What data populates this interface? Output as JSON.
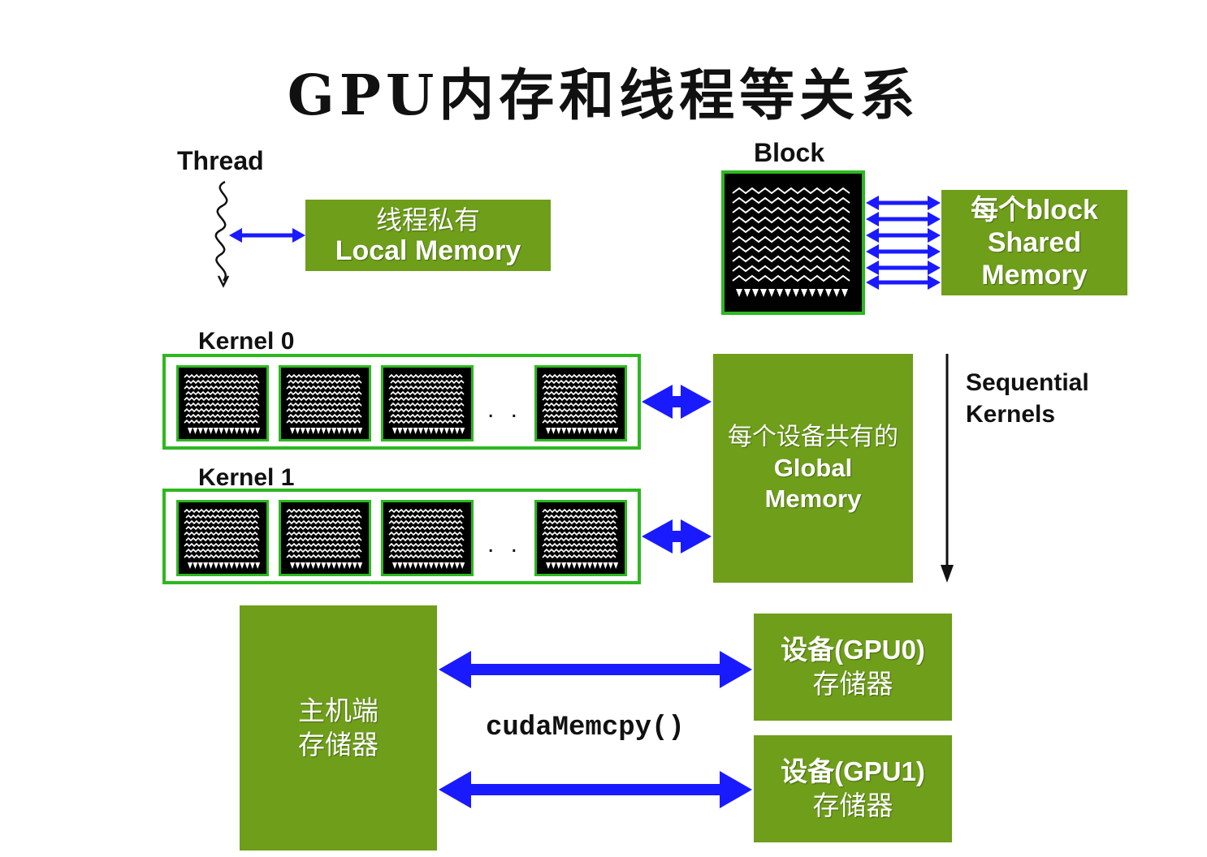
{
  "title": "GPU内存和线程等关系",
  "thread": {
    "label": "Thread"
  },
  "local_memory": {
    "line1": "线程私有",
    "line2": "Local Memory"
  },
  "block": {
    "label": "Block"
  },
  "shared_memory": {
    "line1": "每个block",
    "line2": "Shared",
    "line3": "Memory"
  },
  "kernels": [
    {
      "label": "Kernel 0",
      "ellipsis": ". . ."
    },
    {
      "label": "Kernel 1",
      "ellipsis": ". . ."
    }
  ],
  "global_memory": {
    "line1": "每个设备共有的",
    "line2": "Global",
    "line3": "Memory"
  },
  "sequential": {
    "line1": "Sequential",
    "line2": "Kernels"
  },
  "host_memory": {
    "line1": "主机端",
    "line2": "存储器"
  },
  "copy_call": "cudaMemcpy()",
  "gpu0_memory": {
    "line1": "设备(GPU0)",
    "line2": "存储器"
  },
  "gpu1_memory": {
    "line1": "设备(GPU1)",
    "line2": "存储器"
  },
  "colors": {
    "green_box": "#6e9e1a",
    "green_border": "#2db81f",
    "arrow_blue": "#1a1aff",
    "block_black": "#000000"
  }
}
